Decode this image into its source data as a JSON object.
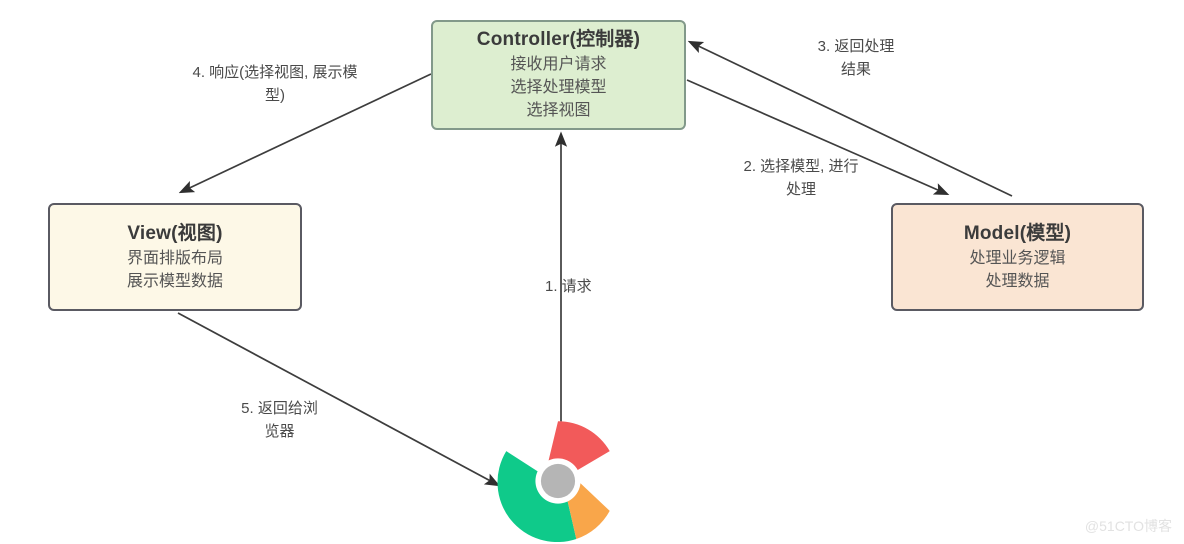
{
  "diagram": {
    "background_color": "#ffffff",
    "nodes": [
      {
        "id": "controller",
        "title": "Controller(控制器)",
        "lines": [
          "接收用户请求",
          "选择处理模型",
          "选择视图"
        ],
        "fill": "#ddeed0",
        "stroke": "#82998a"
      },
      {
        "id": "view",
        "title": "View(视图)",
        "lines": [
          "界面排版布局",
          "展示模型数据"
        ],
        "fill": "#fdf8e7",
        "stroke": "#5a5a62"
      },
      {
        "id": "model",
        "title": "Model(模型)",
        "lines": [
          "处理业务逻辑",
          "处理数据"
        ],
        "fill": "#fae5d3",
        "stroke": "#5a5a62"
      }
    ],
    "edges": [
      {
        "id": "e1",
        "label": "1. 请求",
        "from": "browser",
        "to": "controller"
      },
      {
        "id": "e2",
        "label": "2. 选择模型, 进行\n处理",
        "from": "controller",
        "to": "model"
      },
      {
        "id": "e3",
        "label": "3. 返回处理\n结果",
        "from": "model",
        "to": "controller"
      },
      {
        "id": "e4",
        "label": "4. 响应(选择视图, 展示模\n型)",
        "from": "controller",
        "to": "view"
      },
      {
        "id": "e5",
        "label": "5. 返回给浏\n览器",
        "from": "view",
        "to": "browser"
      }
    ],
    "browser_icon": {
      "name": "chrome-logo",
      "colors": {
        "red": "#f25a5a",
        "green": "#0fca8a",
        "yellow": "#f9a64a",
        "center": "#b5b5b5",
        "gap": "#ffffff"
      }
    },
    "watermark": "@51CTO博客",
    "line_color": "#3d3d3d"
  }
}
